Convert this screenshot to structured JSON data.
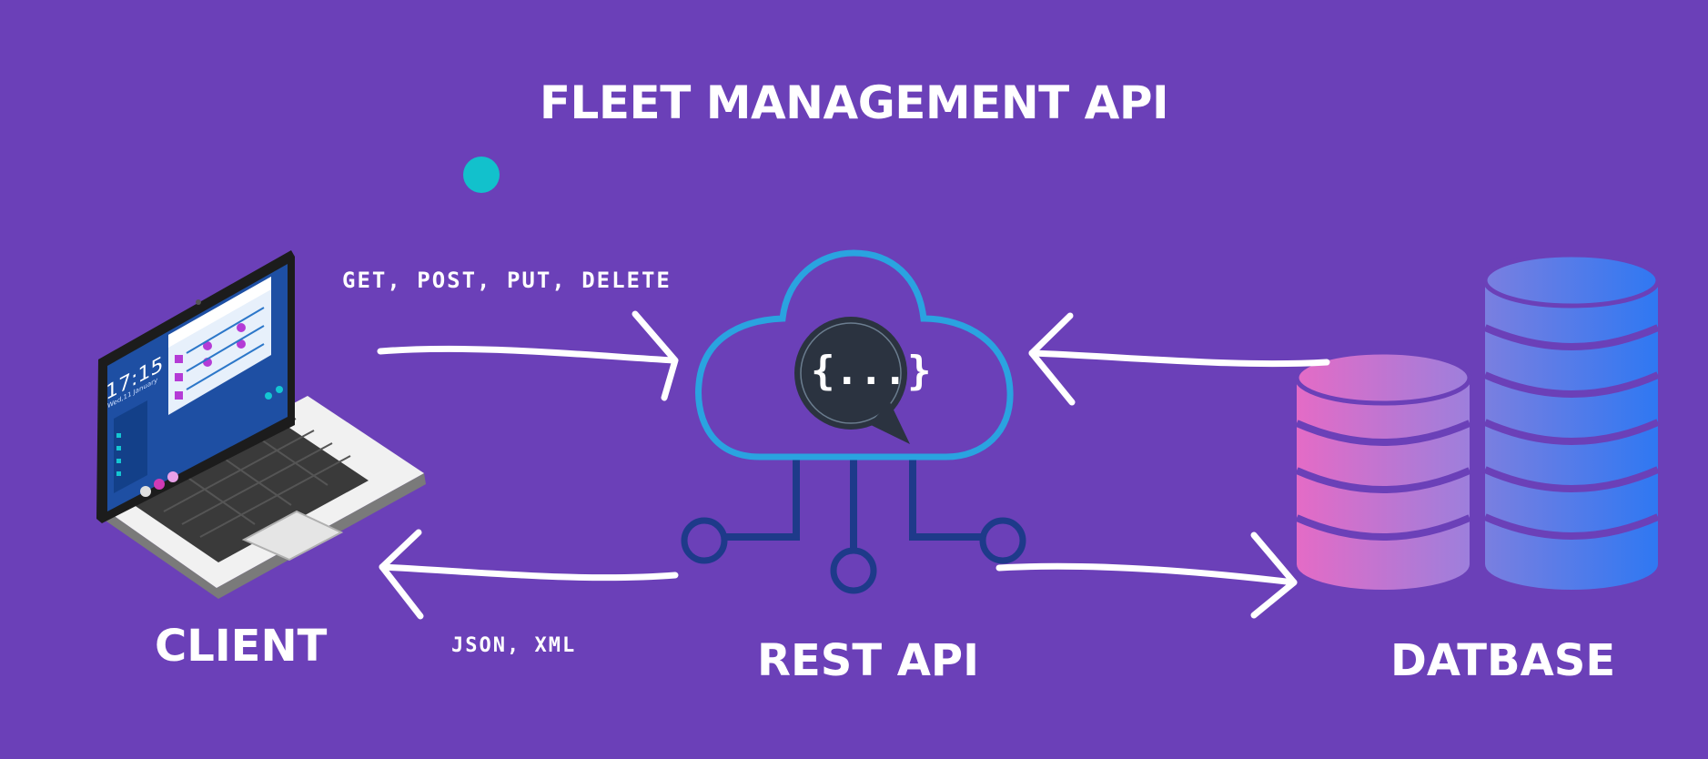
{
  "title": "FLEET MANAGEMENT API",
  "labels": {
    "client": "CLIENT",
    "rest_api": "REST API",
    "database": "DATBASE"
  },
  "flows": {
    "request": "GET, POST, PUT, DELETE",
    "response": "JSON, XML"
  },
  "laptop_screen": {
    "time": "17:15",
    "date": "Wed,11 January"
  },
  "api_bubble": "{...}",
  "colors": {
    "background": "#6b40b8",
    "cloud_outline": "#2aa3e0",
    "connector": "#1e3a8a",
    "bubble_fill": "#2b3340",
    "accent_dot": "#12c1cc",
    "db_pink": "#e46bc6",
    "db_blue": "#2f78f2"
  },
  "icons": [
    "laptop-icon",
    "cloud-icon",
    "json-bubble-icon",
    "database-icon",
    "arrow-icon"
  ]
}
